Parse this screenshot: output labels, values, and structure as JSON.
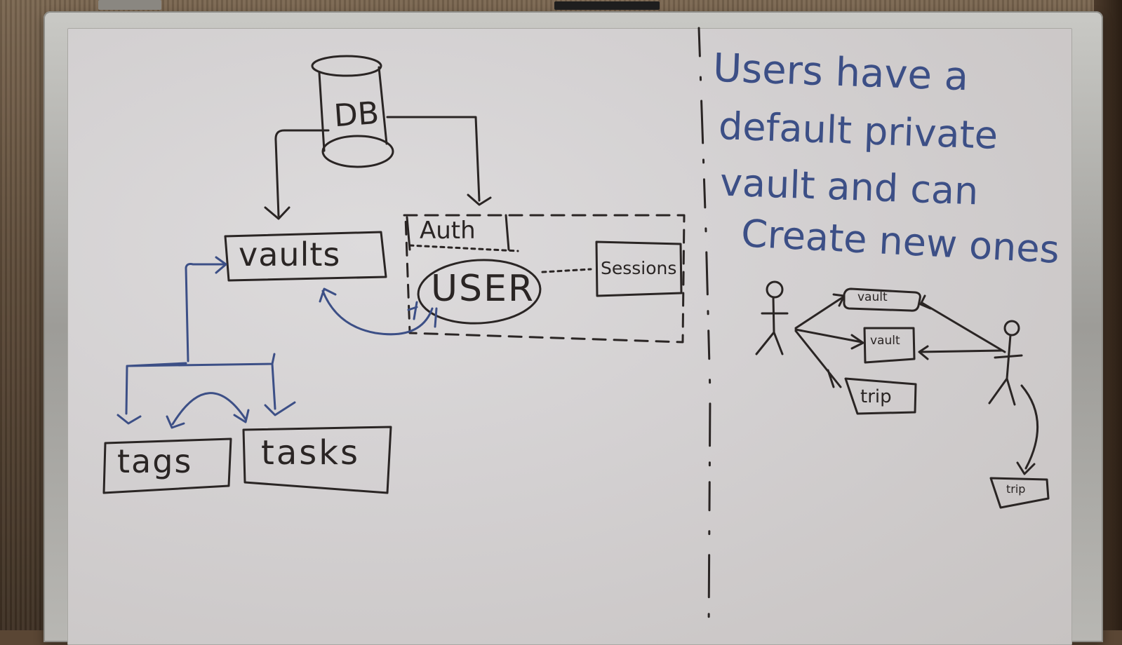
{
  "board": {
    "left_diagram": {
      "database_label": "DB",
      "vaults_label": "vaults",
      "auth_label": "Auth",
      "user_label": "USER",
      "sessions_label": "Sessions",
      "tags_label": "tags",
      "tasks_label": "tasks"
    },
    "right_notes": {
      "note_lines": [
        "Users have a",
        "default private",
        "vault and can",
        "Create new ones"
      ],
      "sketch_labels": {
        "top_box": "vault",
        "middle_box": "vault",
        "bottom_box": "trip",
        "far_box": "trip"
      }
    },
    "colors": {
      "board": "#d6d3d3",
      "ink_black": "#2a2524",
      "ink_blue": "#3c4f86",
      "frame": "#b4b3af"
    }
  }
}
